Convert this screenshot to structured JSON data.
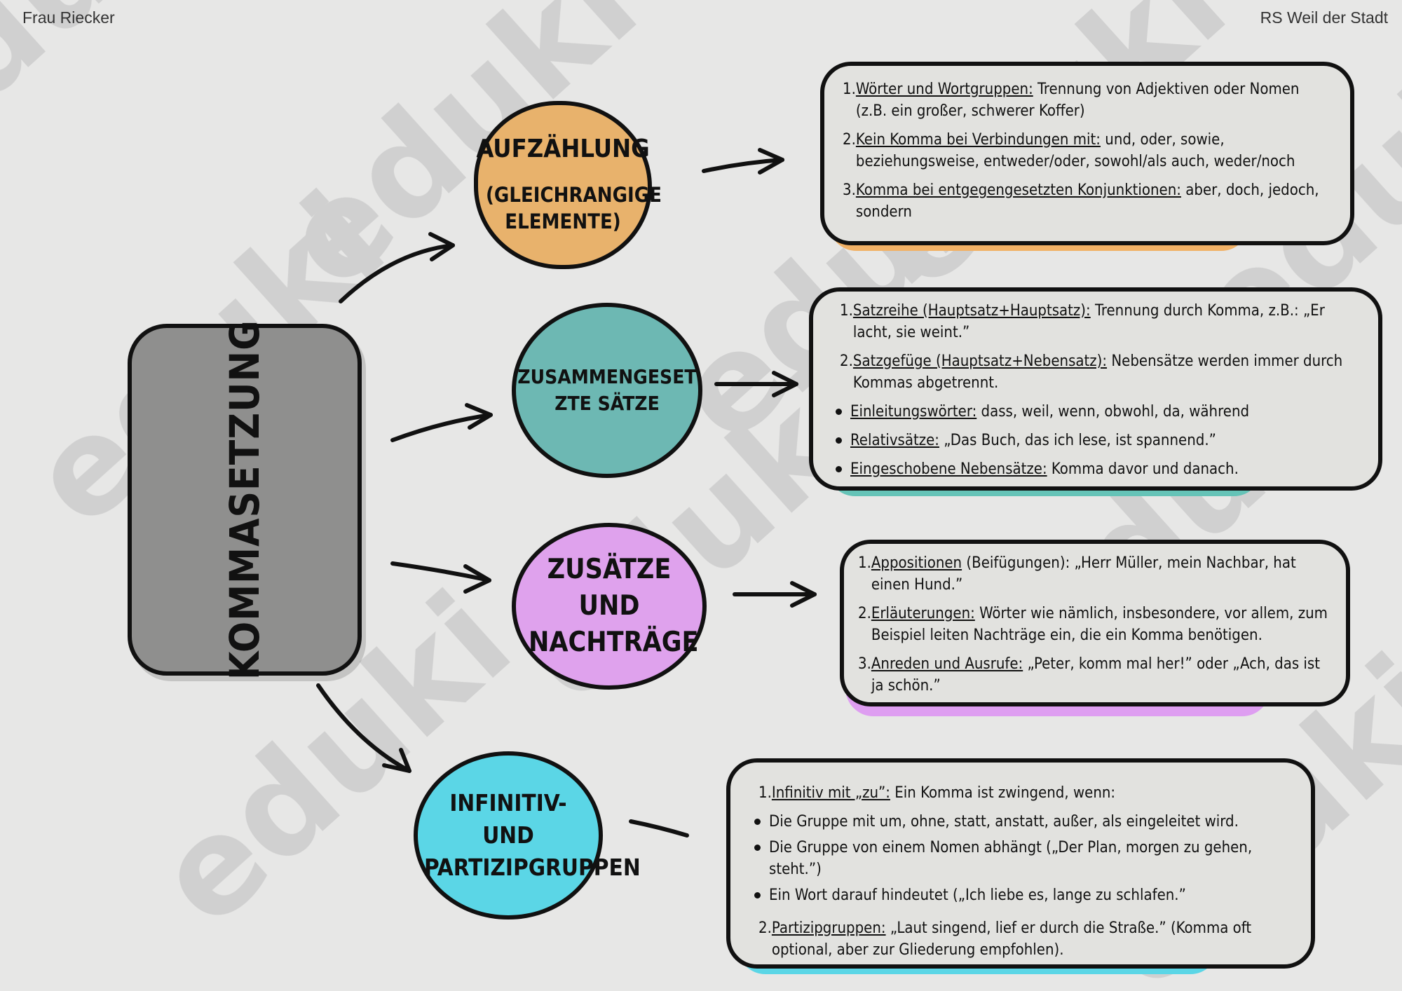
{
  "header": {
    "author": "Frau Riecker",
    "school": "RS Weil der Stadt"
  },
  "watermark": {
    "brand": "eduki",
    "color": "#c8c8c8",
    "logo_color": "#111111"
  },
  "colors": {
    "background": "#e7e7e6",
    "main_box": "#8f8f8e",
    "c1": "#e8b26c",
    "c2": "#6db8b3",
    "c3": "#dfa2ed",
    "c4": "#5bd6e6"
  },
  "main": {
    "title": "KOMMASETZUNG"
  },
  "categories": [
    {
      "title": "AUFZÄHLUNG",
      "subtitle": "(GLEICHRANGIGE ELEMENTE)"
    },
    {
      "title": "ZUSAMMENGESETZTE SÄTZE"
    },
    {
      "title": "ZUSÄTZE UND NACHTRÄGE"
    },
    {
      "title": "INFINITIV- UND PARTIZIPGRUPPEN"
    }
  ],
  "boxes": [
    {
      "items": [
        {
          "num": "1.",
          "label": "Wörter und Wortgruppen:",
          "text": " Trennung von Adjektiven oder Nomen (z.B. ein großer, schwerer Koffer)"
        },
        {
          "num": "2.",
          "label": "Kein Komma bei Verbindungen mit:",
          "text": " und, oder, sowie, beziehungsweise, entweder/oder, sowohl/als auch, weder/noch"
        },
        {
          "num": "3.",
          "label": "Komma bei entgegengesetzten Konjunktionen:",
          "text": " aber, doch, jedoch, sondern"
        }
      ]
    },
    {
      "items": [
        {
          "num": "1.",
          "label": "Satzreihe (Hauptsatz+Hauptsatz):",
          "text": " Trennung durch Komma, z.B.: „Er lacht, sie weint.”"
        },
        {
          "num": "2.",
          "label": "Satzgefüge (Hauptsatz+Nebensatz):",
          "text": " Nebensätze werden immer durch Kommas abgetrennt."
        }
      ],
      "bullets": [
        {
          "label": "Einleitungswörter:",
          "text": " dass, weil, wenn, obwohl, da, während"
        },
        {
          "label": "Relativsätze:",
          "text": " „Das Buch, das ich lese, ist spannend.”"
        },
        {
          "label": "Eingeschobene Nebensätze:",
          "text": " Komma davor und danach."
        }
      ]
    },
    {
      "items": [
        {
          "num": "1.",
          "label": "Appositionen",
          "text": " (Beifügungen): „Herr Müller, mein Nachbar, hat einen Hund.”"
        },
        {
          "num": "2.",
          "label": "Erläuterungen:",
          "text": " Wörter wie nämlich, insbesondere, vor allem, zum Beispiel leiten Nachträge ein, die ein Komma benötigen."
        },
        {
          "num": "3.",
          "label": "Anreden und Ausrufe:",
          "text": " „Peter, komm mal her!” oder „Ach, das ist ja schön.”"
        }
      ]
    },
    {
      "items": [
        {
          "num": "1.",
          "label": "Infinitiv mit „zu”:",
          "text": " Ein Komma ist zwingend, wenn:"
        }
      ],
      "bullets": [
        {
          "label": "",
          "text": "Die Gruppe mit um, ohne, statt, anstatt, außer, als eingeleitet wird."
        },
        {
          "label": "",
          "text": "Die Gruppe von einem Nomen abhängt („Der Plan, morgen zu gehen, steht.”)"
        },
        {
          "label": "",
          "text": "Ein Wort darauf hindeutet („Ich liebe es, lange zu schlafen.”"
        }
      ],
      "items2": [
        {
          "num": "2.",
          "label": "Partizipgruppen:",
          "text": " „Laut singend, lief er durch die Straße.” (Komma oft optional, aber zur Gliederung empfohlen)."
        }
      ]
    }
  ]
}
